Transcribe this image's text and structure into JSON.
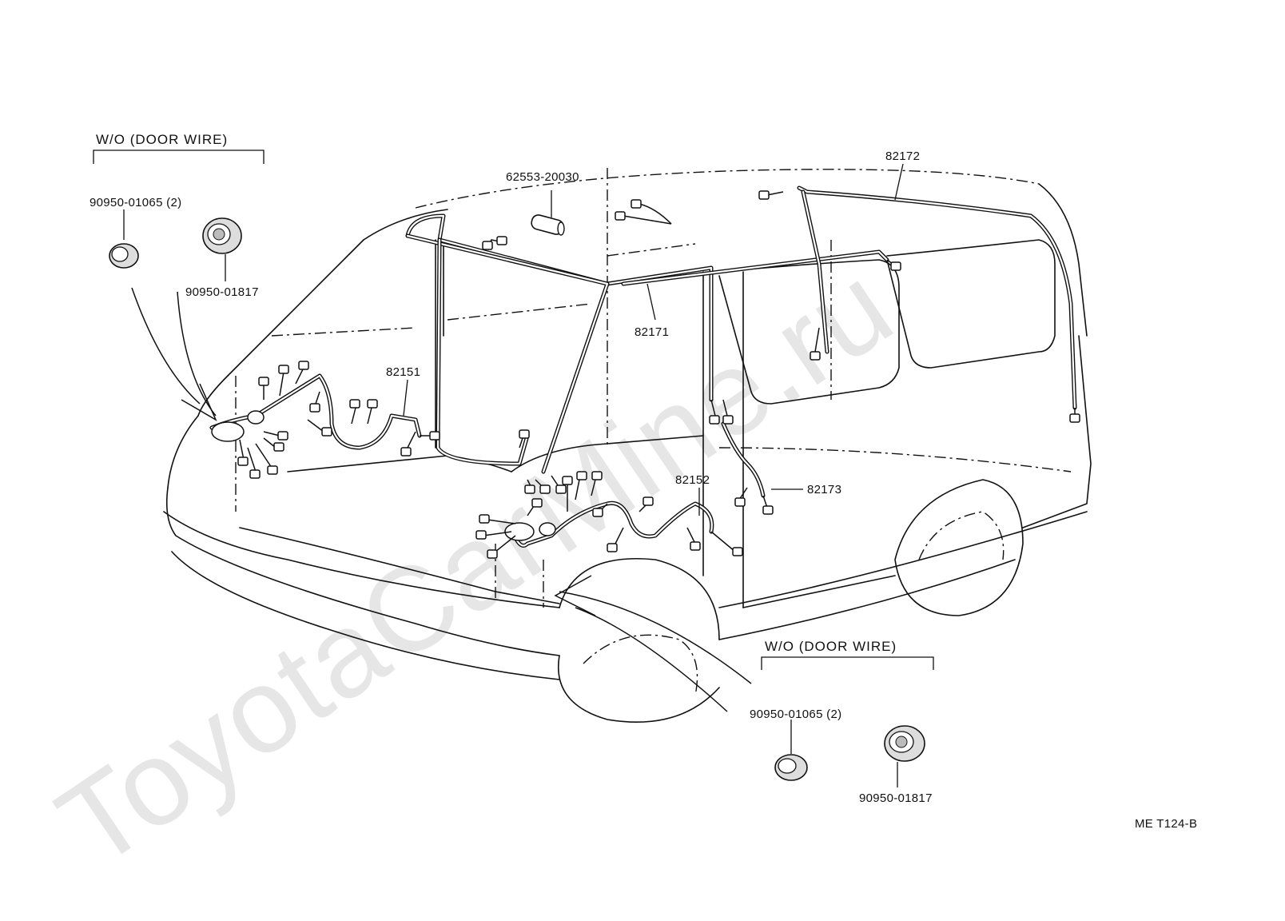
{
  "diagram": {
    "watermark": "ToyotaCarMine.ru",
    "reference_code": "ME T124-B",
    "groups": [
      {
        "id": "front",
        "header": "W/O (DOOR WIRE)"
      },
      {
        "id": "side",
        "header": "W/O (DOOR WIRE)"
      }
    ],
    "part_labels": {
      "p62553": "62553-20030",
      "p82172": "82172",
      "p82171": "82171",
      "p82151": "82151",
      "p82152": "82152",
      "p82173": "82173",
      "grommet_a_front": "90950-01065 (2)",
      "grommet_b_front": "90950-01817",
      "grommet_a_side": "90950-01065 (2)",
      "grommet_b_side": "90950-01817"
    }
  }
}
